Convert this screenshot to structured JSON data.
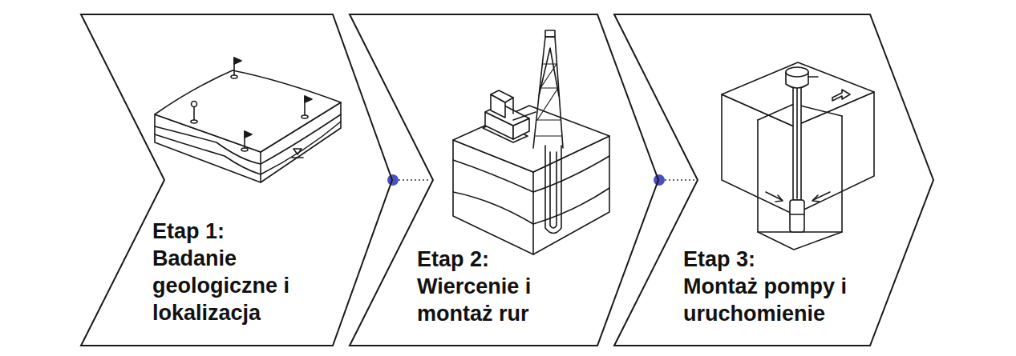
{
  "diagram": {
    "nodes": [
      {
        "text": [
          "Etap 1:",
          "Badanie geologiczne i lokalizacja"
        ]
      },
      {
        "text": [
          "Etap 2:",
          "Wiercenie i montaż rur"
        ]
      },
      {
        "text": [
          "Etap 3:",
          "Montaż pompy i uruchomienie"
        ]
      }
    ],
    "edges": [
      {
        "from": 0,
        "to": 1,
        "arrow": "none"
      },
      {
        "from": 1,
        "to": 2,
        "arrow": "none"
      }
    ]
  }
}
